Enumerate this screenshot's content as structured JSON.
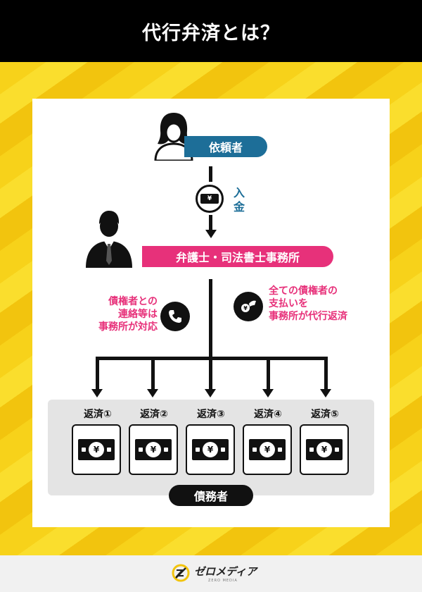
{
  "header": {
    "title": "代行弁済とは？"
  },
  "diagram": {
    "client_label": "依頼者",
    "deposit_label_1": "入",
    "deposit_label_2": "金",
    "office_label": "弁護士・司法書士事務所",
    "left_note": [
      "債権者との",
      "連絡等は",
      "事務所が対応"
    ],
    "right_note": [
      "全ての債権者の",
      "支払いを",
      "事務所が代行返済"
    ],
    "payments": [
      "返済①",
      "返済②",
      "返済③",
      "返済④",
      "返済⑤"
    ],
    "debtor_label": "債務者",
    "yen_symbol": "¥"
  },
  "footer": {
    "logo_text": "ゼロメディア",
    "logo_sub": "ZERO MEDIA"
  },
  "colors": {
    "blue": "#1d6e98",
    "pink": "#e7317a",
    "yellow": "#f7d21a",
    "black": "#111111"
  },
  "icons": [
    "female-person-icon",
    "male-businessman-icon",
    "yen-bill-icon",
    "phone-icon",
    "coin-hand-icon",
    "zero-media-logo-icon"
  ]
}
